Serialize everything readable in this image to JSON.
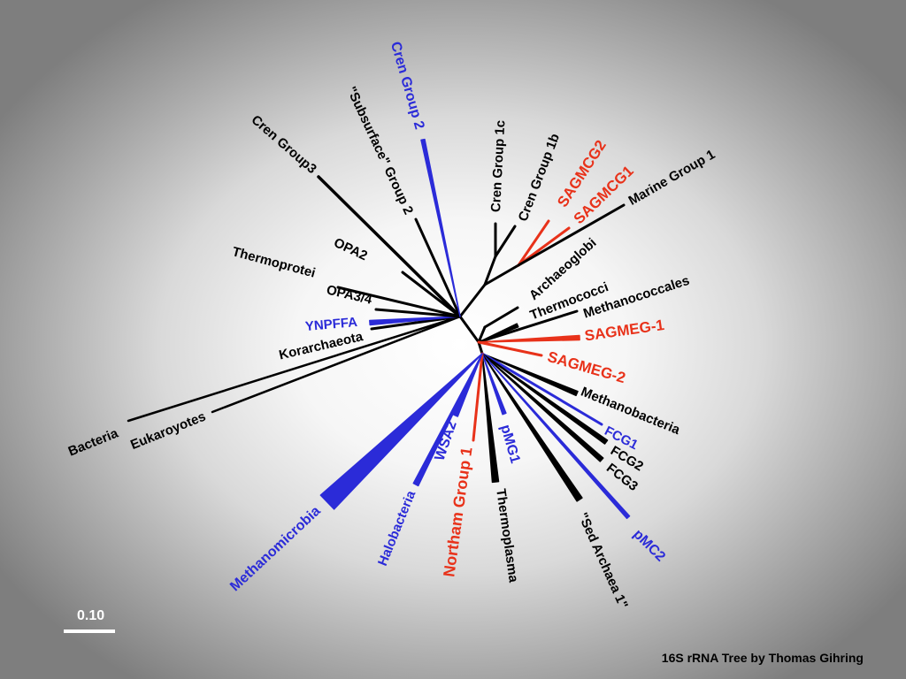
{
  "caption": "16S rRNA Tree by Thomas Gihring",
  "scale_bar": {
    "label": "0.10",
    "value": 0.1
  },
  "colors": {
    "black": "#000000",
    "blue": "#2b2bd8",
    "red": "#e8321a",
    "white": "#ffffff"
  },
  "taxa": [
    {
      "id": "bacteria",
      "label": "Bacteria",
      "color": "black"
    },
    {
      "id": "eukaryotes",
      "label": "Eukaroyotes",
      "color": "black"
    },
    {
      "id": "korarchaeota",
      "label": "Korarchaeota",
      "color": "black"
    },
    {
      "id": "ynpffa",
      "label": "YNPFFA",
      "color": "blue"
    },
    {
      "id": "opa3-4",
      "label": "OPA3/4",
      "color": "black"
    },
    {
      "id": "thermoprotei",
      "label": "Thermoprotei",
      "color": "black"
    },
    {
      "id": "opa2",
      "label": "OPA2",
      "color": "black"
    },
    {
      "id": "cren-group3",
      "label": "Cren Group3",
      "color": "black"
    },
    {
      "id": "subsurface-group-2",
      "label": "\"Subsurface\" Group 2",
      "color": "black"
    },
    {
      "id": "cren-group-2",
      "label": "Cren Group 2",
      "color": "blue"
    },
    {
      "id": "cren-group-1c",
      "label": "Cren Group 1c",
      "color": "black"
    },
    {
      "id": "cren-group-1b",
      "label": "Cren Group 1b",
      "color": "black"
    },
    {
      "id": "sagmcg2",
      "label": "SAGMCG2",
      "color": "red"
    },
    {
      "id": "sagmcg1",
      "label": "SAGMCG1",
      "color": "red"
    },
    {
      "id": "marine-group-1",
      "label": "Marine Group 1",
      "color": "black"
    },
    {
      "id": "archaeoglobi",
      "label": "Archaeoglobi",
      "color": "black"
    },
    {
      "id": "thermococci",
      "label": "Thermococci",
      "color": "black"
    },
    {
      "id": "methanococcales",
      "label": "Methanococcales",
      "color": "black"
    },
    {
      "id": "sagmeg-1",
      "label": "SAGMEG-1",
      "color": "red"
    },
    {
      "id": "sagmeg-2",
      "label": "SAGMEG-2",
      "color": "red"
    },
    {
      "id": "methanobacteria",
      "label": "Methanobacteria",
      "color": "black"
    },
    {
      "id": "fcg1",
      "label": "FCG1",
      "color": "blue"
    },
    {
      "id": "fcg2",
      "label": "FCG2",
      "color": "black"
    },
    {
      "id": "fcg3",
      "label": "FCG3",
      "color": "black"
    },
    {
      "id": "pmc2",
      "label": "pMC2",
      "color": "blue"
    },
    {
      "id": "sed-archaea-1",
      "label": "\"Sed Archaea 1\"",
      "color": "black"
    },
    {
      "id": "thermoplasma",
      "label": "Thermoplasma",
      "color": "black"
    },
    {
      "id": "pmg1",
      "label": "pMG1",
      "color": "blue"
    },
    {
      "id": "northam-group-1",
      "label": "Northam Group 1",
      "color": "red"
    },
    {
      "id": "wsa2",
      "label": "WSA2",
      "color": "blue"
    },
    {
      "id": "halobacteria",
      "label": "Halobacteria",
      "color": "blue"
    },
    {
      "id": "methanomicrobia",
      "label": "Methanomicrobia",
      "color": "blue"
    }
  ]
}
